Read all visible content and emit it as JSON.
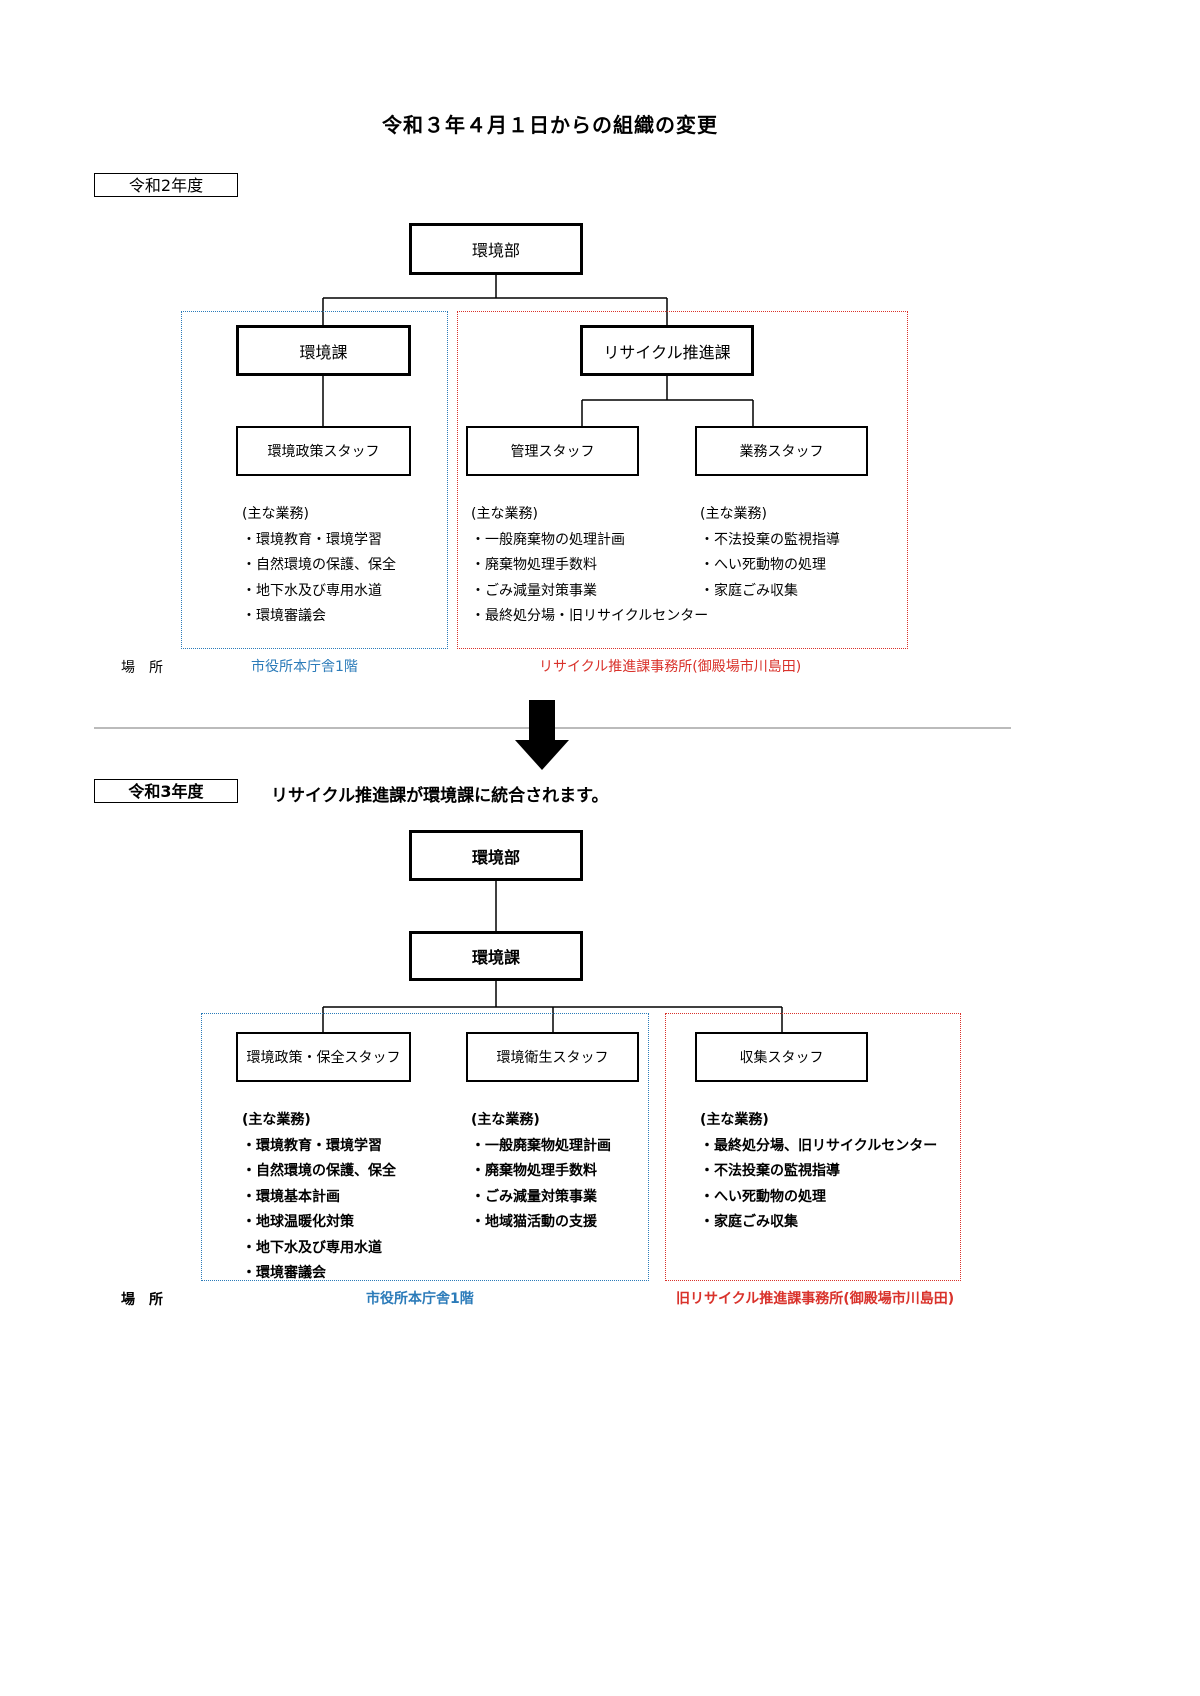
{
  "title": "令和３年４月１日からの組織の変更",
  "before": {
    "year_label": "令和2年度",
    "department": "環境部",
    "section_env": "環境課",
    "section_recycle": "リサイクル推進課",
    "staff_env_policy": "環境政策スタッフ",
    "staff_management": "管理スタッフ",
    "staff_operations": "業務スタッフ",
    "duties_env_policy": {
      "heading": "(主な業務)",
      "items": [
        "・環境教育・環境学習",
        "・自然環境の保護、保全",
        "・地下水及び専用水道",
        "・環境審議会"
      ]
    },
    "duties_management": {
      "heading": "(主な業務)",
      "items": [
        "・一般廃棄物の処理計画",
        "・廃棄物処理手数料",
        "・ごみ減量対策事業",
        "・最終処分場・旧リサイクルセンター"
      ]
    },
    "duties_operations": {
      "heading": "(主な業務)",
      "items": [
        "・不法投棄の監視指導",
        "・へい死動物の処理",
        "・家庭ごみ収集"
      ]
    },
    "location_label": "場　所",
    "location_env": "市役所本庁舎1階",
    "location_recycle": "リサイクル推進課事務所(御殿場市川島田)"
  },
  "after": {
    "year_label": "令和3年度",
    "note": "リサイクル推進課が環境課に統合されます。",
    "department": "環境部",
    "section_env": "環境課",
    "staff_policy_conservation": "環境政策・保全スタッフ",
    "staff_sanitation": "環境衛生スタッフ",
    "staff_collection": "収集スタッフ",
    "duties_policy_conservation": {
      "heading": "(主な業務)",
      "items": [
        "・環境教育・環境学習",
        "・自然環境の保護、保全",
        "・環境基本計画",
        "・地球温暖化対策",
        "・地下水及び専用水道",
        "・環境審議会"
      ]
    },
    "duties_sanitation": {
      "heading": "(主な業務)",
      "items": [
        "・一般廃棄物処理計画",
        "・廃棄物処理手数料",
        "・ごみ減量対策事業",
        "・地域猫活動の支援"
      ]
    },
    "duties_collection": {
      "heading": "(主な業務)",
      "items": [
        "・最終処分場、旧リサイクルセンター",
        "・不法投棄の監視指導",
        "・へい死動物の処理",
        "・家庭ごみ収集"
      ]
    },
    "location_label": "場　所",
    "location_main": "市役所本庁舎1階",
    "location_old_recycle": "旧リサイクル推進課事務所(御殿場市川島田)"
  },
  "icons": {
    "transition_arrow": "arrow-down-icon"
  },
  "colors": {
    "blue": "#2b7bb9",
    "red": "#d9322b"
  }
}
